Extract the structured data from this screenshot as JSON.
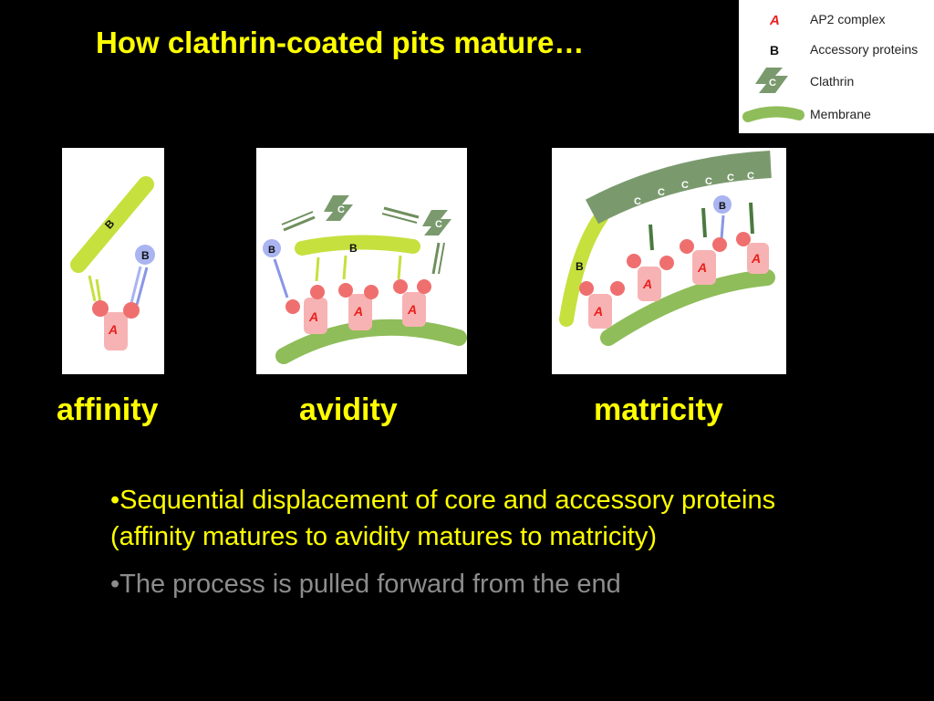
{
  "title": "How clathrin-coated pits mature…",
  "legend": [
    {
      "key": "A",
      "label": "AP2 complex",
      "icon": "ap2-letter-icon",
      "color": "#e8201e"
    },
    {
      "key": "B",
      "label": "Accessory proteins",
      "icon": "accessory-letter-icon",
      "color": "#111111"
    },
    {
      "key": "C",
      "label": "Clathrin",
      "icon": "clathrin-shape-icon",
      "color": "#7a9a6e"
    },
    {
      "key": "",
      "label": "Membrane",
      "icon": "membrane-shape-icon",
      "color": "#8fbd5a"
    }
  ],
  "panels": [
    {
      "name": "affinity",
      "caption": "affinity"
    },
    {
      "name": "avidity",
      "caption": "avidity"
    },
    {
      "name": "matricity",
      "caption": "matricity"
    }
  ],
  "labels": {
    "ap2": "A",
    "accessory": "B",
    "clathrin": "C"
  },
  "bullets": [
    "•Sequential displacement of core and accessory proteins (affinity matures to avidity matures to matricity)",
    "•The process is pulled forward from the end"
  ],
  "colors": {
    "title": "#ffff00",
    "bullet_primary": "#ffff00",
    "bullet_secondary": "#8c8c8c",
    "ap2_fill": "#f7b3b3",
    "ap2_knob": "#ef6f6f",
    "accessory_fill": "#c6e03e",
    "accessory_b_fill": "#a9b4f0",
    "clathrin_fill": "#7a9a6e",
    "membrane_fill": "#8fbd5a"
  }
}
